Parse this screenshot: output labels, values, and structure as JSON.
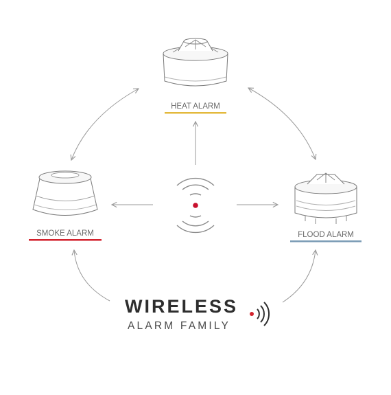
{
  "nodes": {
    "heat": {
      "label": "HEAT ALARM",
      "underline_color": "#e3b93c"
    },
    "smoke": {
      "label": "SMOKE ALARM",
      "underline_color": "#d3232e"
    },
    "flood": {
      "label": "FLOOD ALARM",
      "underline_color": "#7b9bb5"
    }
  },
  "brand": {
    "title": "WIRELESS",
    "subtitle": "ALARM FAMILY",
    "dot_color": "#d3232e"
  },
  "center": {
    "dot_color": "#c8102e"
  },
  "colors": {
    "line": "#9a9a9a",
    "text": "#6a6a6a",
    "brand_text": "#2e2e2e"
  }
}
